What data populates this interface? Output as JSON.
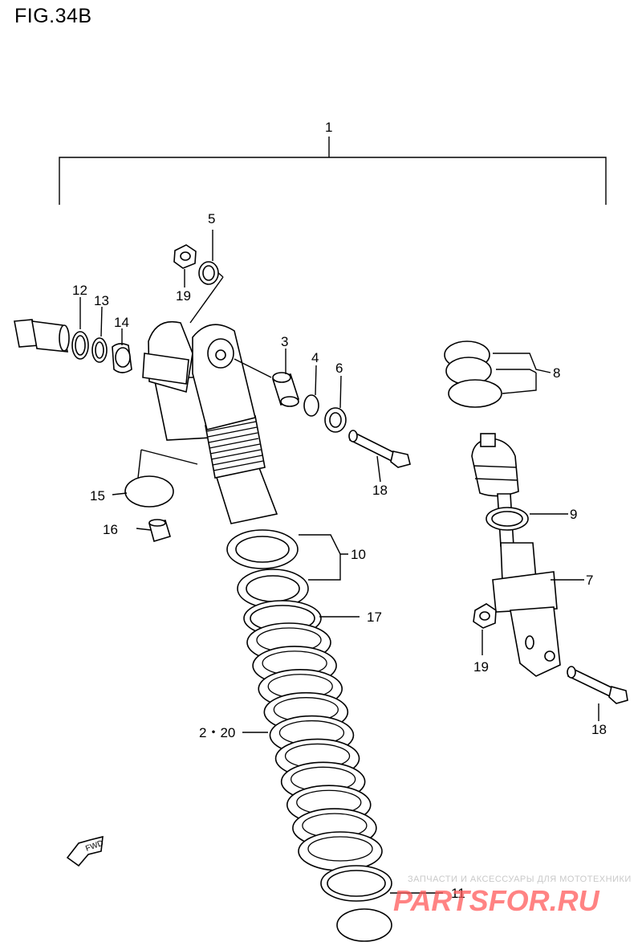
{
  "figure": {
    "title": "FIG.34B"
  },
  "callouts": {
    "c1": "1",
    "c2_20": "2・20",
    "c3": "3",
    "c4": "4",
    "c5": "5",
    "c6": "6",
    "c7": "7",
    "c8": "8",
    "c9": "9",
    "c10": "10",
    "c11": "11",
    "c12": "12",
    "c13": "13",
    "c14": "14",
    "c15": "15",
    "c16": "16",
    "c17": "17",
    "c18a": "18",
    "c18b": "18",
    "c19a": "19",
    "c19b": "19"
  },
  "fwd_marker": {
    "label": "FWD",
    "icon": "forward-arrow-icon"
  },
  "watermark": {
    "top_text": "ЗАПЧАСТИ И АКСЕССУАРЫ ДЛЯ МОТОТЕХНИКИ",
    "brand": "PARTSFOR.RU",
    "color": "#ff5a5a"
  }
}
